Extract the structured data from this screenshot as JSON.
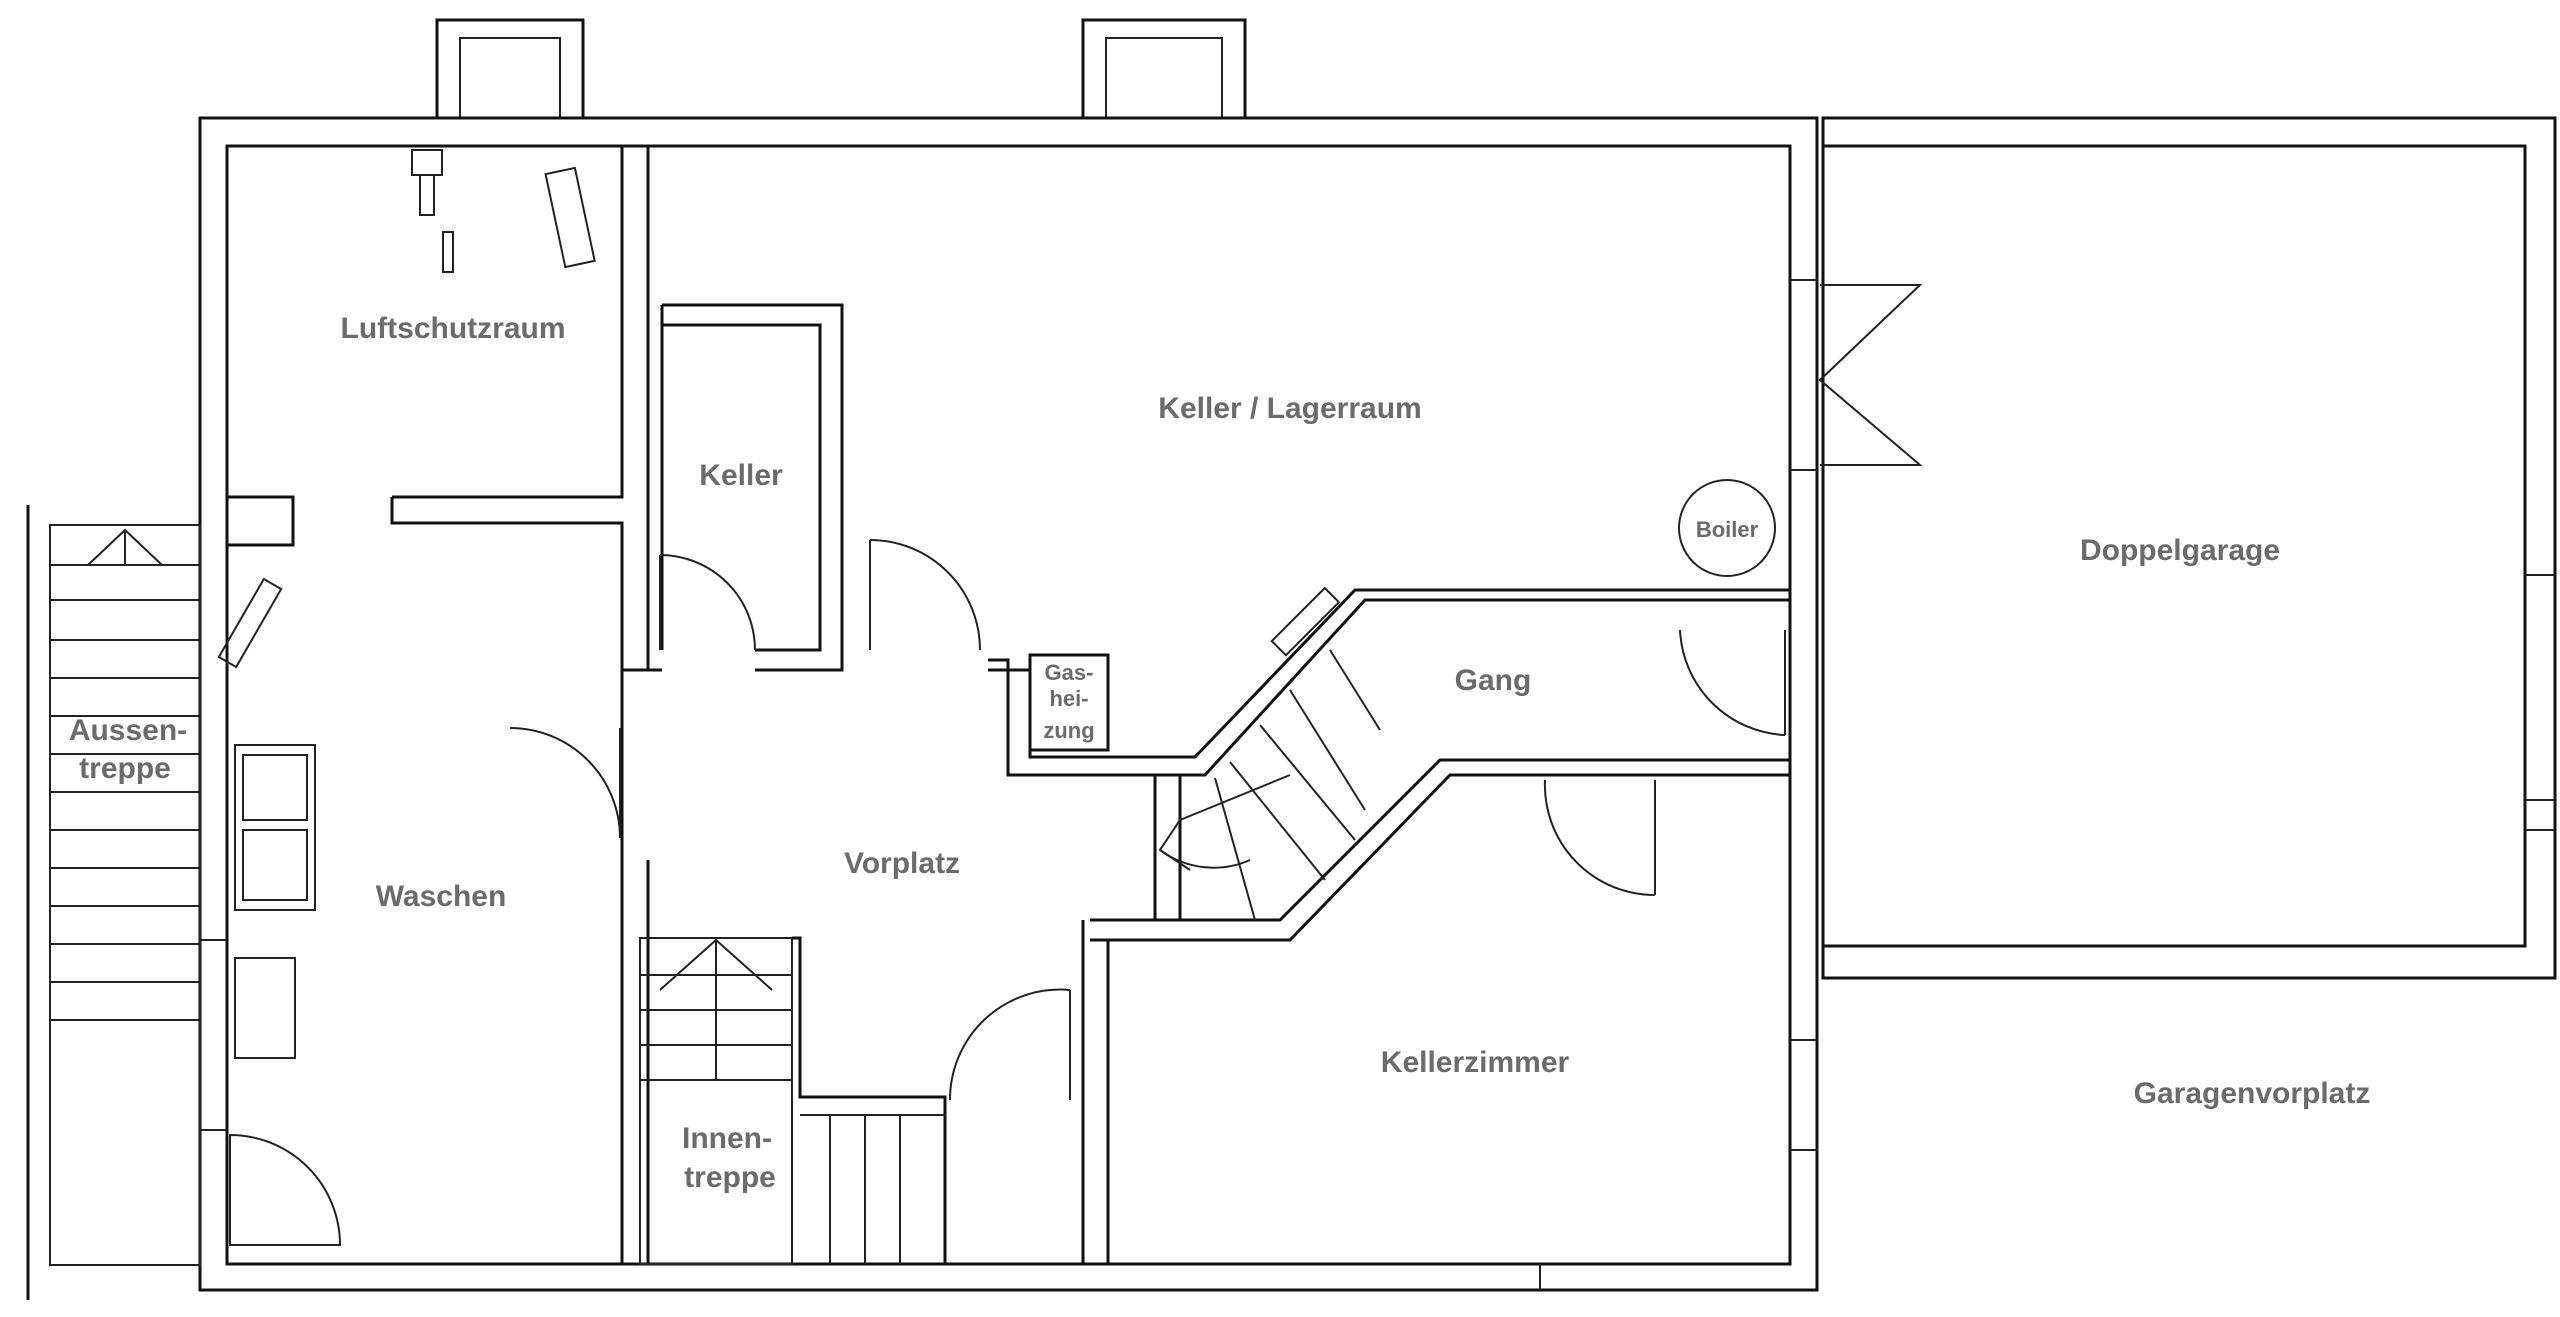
{
  "rooms": {
    "luftschutzraum": "Luftschutzraum",
    "keller": "Keller",
    "keller_lagerraum": "Keller / Lagerraum",
    "boiler": "Boiler",
    "doppelgarage": "Doppelgarage",
    "aussentreppe_1": "Aussen-",
    "aussentreppe_2": "treppe",
    "gasheizung_1": "Gas-",
    "gasheizung_2": "hei-",
    "gasheizung_3": "zung",
    "gang": "Gang",
    "waschen": "Waschen",
    "vorplatz": "Vorplatz",
    "kellerzimmer": "Kellerzimmer",
    "garagenvorplatz": "Garagenvorplatz",
    "innentreppe_1": "Innen-",
    "innentreppe_2": "treppe"
  }
}
